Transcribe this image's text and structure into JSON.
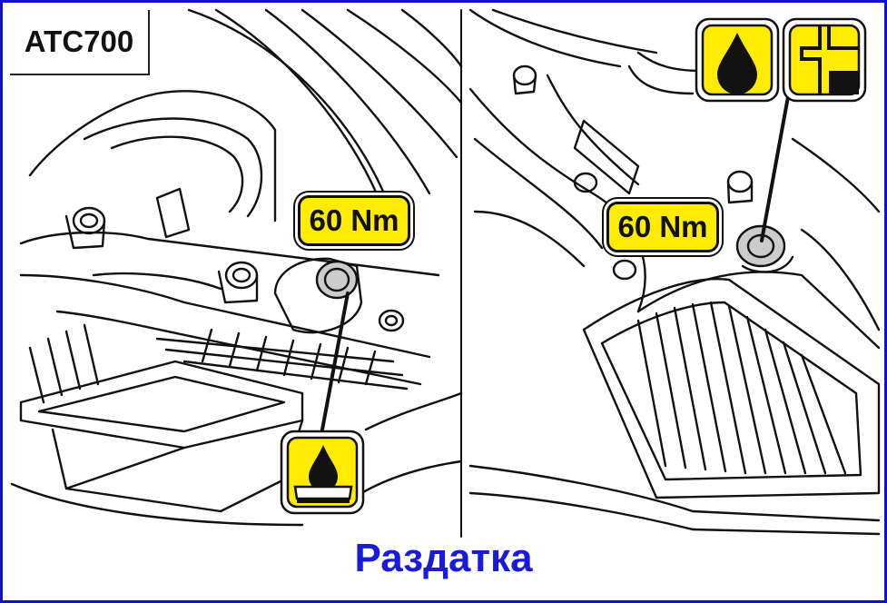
{
  "model_label": "ATC700",
  "torque_left": "60 Nm",
  "torque_right": "60 Nm",
  "caption": "Раздатка",
  "icons": {
    "left_sealant": "sealant-drop-icon",
    "right_oil": "oil-drop-icon",
    "right_fill": "fill-level-icon"
  },
  "colors": {
    "frame": "#1010c8",
    "caption": "#1a1adc",
    "badge": "#ffec00"
  }
}
